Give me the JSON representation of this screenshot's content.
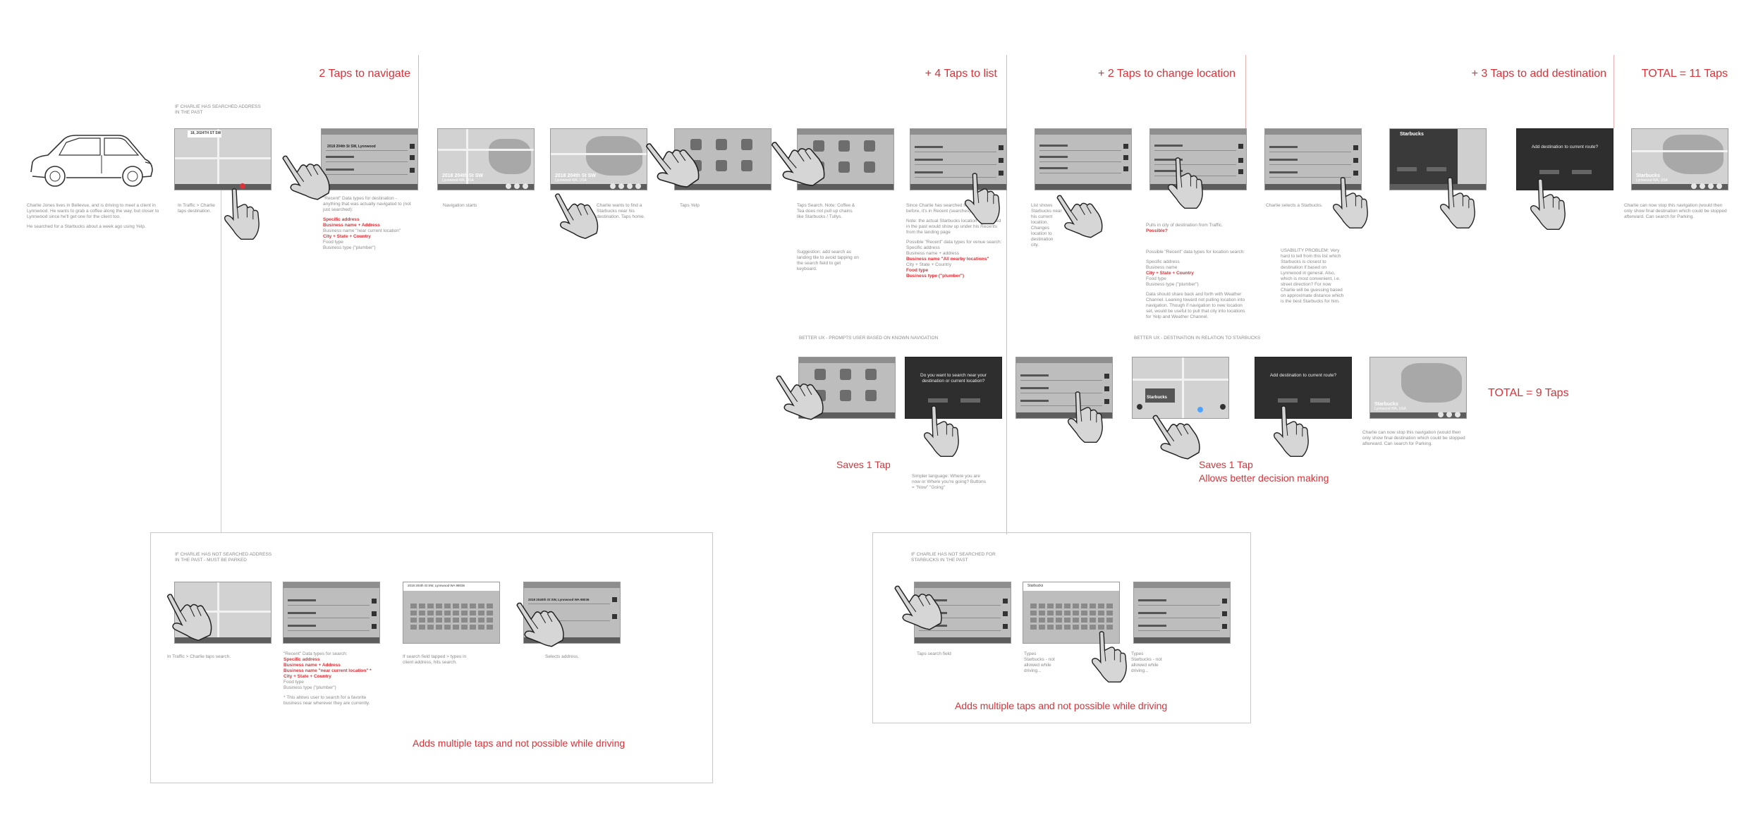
{
  "colors": {
    "accent_red": "#d8333a",
    "screen_gray": "#bdbdbd",
    "frame_gray": "#c9c9c9",
    "text_gray": "#8a8a8a"
  },
  "headers": {
    "h1": "2 Taps to navigate",
    "h2": "+ 4 Taps to list",
    "h3": "+ 2 Taps to change location",
    "h4": "+ 3 Taps to add destination",
    "h5": "TOTAL = 11 Taps",
    "h6": "TOTAL = 9 Taps"
  },
  "notes": {
    "saves1": "Saves 1 Tap",
    "saves2a": "Saves 1 Tap",
    "saves2b": "Allows better decision making",
    "adds_left": "Adds multiple taps and not possible while driving",
    "adds_right": "Adds multiple taps and not possible while driving"
  },
  "section_labels": {
    "searched_past": "IF CHARLIE HAS SEARCHED ADDRESS IN THE PAST",
    "better_ux_1": "BETTER UX - PROMPTS USER BASED ON KNOWN NAVIGATION",
    "better_ux_2": "BETTER UX - DESTINATION IN RELATION TO STARBUCKS",
    "not_searched_address": "IF CHARLIE HAS NOT SEARCHED ADDRESS IN THE PAST - MUST BE PARKED",
    "not_searched_starbucks": "IF CHARLIE HAS NOT SEARCHED FOR STARBUCKS IN THE PAST"
  },
  "captions": {
    "intro_1": "Charlie Jones lives in Bellevue, and is driving to meet a client in Lynnwood. He wants to grab a coffee along the way, but closer to Lynnwood since he'll get one for the client too.",
    "intro_2": "He searched for a Starbucks about a week ago using Yelp.",
    "s1": "In Traffic > Charlie taps destination.",
    "s2_a": "\"Recent\" Data types for destination - anything that was actually navigated to (not just searched):",
    "s2_b": "Specific address",
    "s2_c": "Business name + Address",
    "s2_d": "Business name \"near current location\"",
    "s2_e": "City + State + Country",
    "s2_f": "Food type",
    "s2_g": "Business type (\"plumber\")",
    "s3": "Navigation starts",
    "s4": "Charlie wants to find a Starbucks near his destination. Taps home.",
    "s5": "Taps Yelp",
    "s6": "Taps Search. Note: Coffee & Tea does not pull up chains like Starbucks / Tullys.",
    "s6_b": "Suggestion: add search as landing tile to avoid tapping on the search field to get keyboard.",
    "s7_a": "Since Charlie has searched for Starbucks before, it's in Recent (searches).",
    "s7_b": "Note: the actual Starbucks location he's visited in the past would show up under his Recents from the landing page",
    "s7_c": "Possible \"Recent\" data types for venue search:",
    "s7_d": "Specific address",
    "s7_e": "Business name + address",
    "s7_f": "Business name \"All nearby locations\"",
    "s7_g": "City + State + Country",
    "s7_h": "Food type",
    "s7_i": "Business type (\"plumber\")",
    "s8": "List shows Starbucks near his current location. Changes location to destination city.",
    "s9_a": "Pulls in city of destination from Traffic.",
    "s9_b": "Possible?",
    "s9_c": "Possible \"Recent\" data types for location search:",
    "s9_d": "Specific address",
    "s9_e": "Business name",
    "s9_f": "City + State + Country",
    "s9_g": "Food type",
    "s9_h": "Business type (\"plumber\")",
    "s9_i": "Data should share back and forth with Weather Channel. Leaning toward not pulling location into navigation. Though if navigation to new location set, would be useful to pull that city into locations for Yelp and Weather Channel.",
    "s10": "Charlie selects a Starbucks.",
    "s10_b": "USABILITY PROBLEM: Very hard to tell from this list which Starbucks is closest to destination if based on Lynnwood in general. Also, which is most convenient, i.e. street direction? For now Charlie will be guessing based on approximate distance which is the best Starbucks for him.",
    "s13": "Charlie can now stop this navigation (would then only show final destination which could be stopped afterward. Can search for Parking.",
    "b3": "Simpler language: Where you are now or Where you're going? Buttons = \"Now\" \"Going\"",
    "b7": "Charlie can now stop this navigation (would then only show final destination which could be stopped afterward. Can search for Parking.",
    "l1": "In Traffic > Charlie taps search.",
    "l2_a": "\"Recent\" Data types for search:",
    "l2_b": "Specific address",
    "l2_c": "Business name + Address",
    "l2_d": "Business name \"near current location\" *",
    "l2_e": "City + State + Country",
    "l2_f": "Food type",
    "l2_g": "Business type (\"plumber\")",
    "l2_h": "* This allows user to search for a favorite business near wherever they are currently.",
    "l3": "If search field tapped > types in client address, hits search.",
    "l4": "Selects address.",
    "r1": "Taps search field",
    "r2": "Types Starbucks - not allowed while driving...",
    "r3": "Types Starbucks - not allowed while driving..."
  },
  "screens": {
    "s1_t": "18, 2024TH ST SW",
    "s2_t": "2018 204th St SW, Lynnwood",
    "s3_t": "2018 204th St SW",
    "s3_s": "Lynnwood WA, USA",
    "s4_t": "2018 204th St SW",
    "s4_s": "Lynnwood WA, USA",
    "s11_t": "Starbucks",
    "s12_t": "Add destination to current route?",
    "s13_t": "Starbucks",
    "s13_s": "Lynnwood WA, USA",
    "b2_t": "Do you want to search near your destination or current location?",
    "b4_t": "Starbucks",
    "b5_t": "Add destination to current route?",
    "b6_t": "Starbucks",
    "b6_s": "Lynnwood WA, USA",
    "l3_t": "2018 204th St SW, Lynnwood WA 98036",
    "l4_t": "2018 2040th St SW, Lynnwood WA 98036",
    "r2_t": "Starbucks"
  }
}
